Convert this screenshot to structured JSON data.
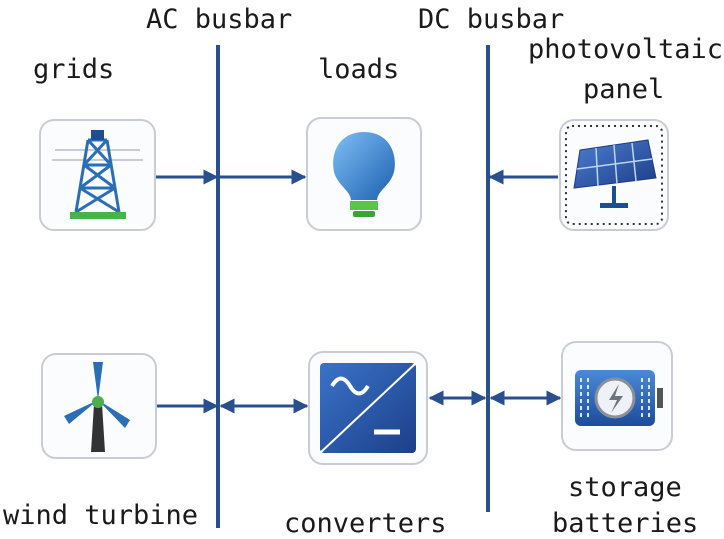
{
  "labels": {
    "ac_busbar": "AC busbar",
    "dc_busbar": "DC busbar",
    "grids": "grids",
    "loads": "loads",
    "photovoltaic_line1": "photovoltaic",
    "photovoltaic_line2": "panel",
    "wind_turbine": "wind turbine",
    "converters": "converters",
    "storage_line1": "storage",
    "storage_line2": "batteries"
  },
  "icons": {
    "grids": "transmission-tower-icon",
    "loads": "light-bulb-icon",
    "photovoltaic": "solar-panel-icon",
    "wind_turbine": "wind-turbine-icon",
    "converters": "ac-dc-converter-icon",
    "storage": "battery-icon"
  },
  "colors": {
    "busbar": "#2a4f8f",
    "arrow": "#2a4f8f",
    "icon_border": "#c9ccd6"
  }
}
